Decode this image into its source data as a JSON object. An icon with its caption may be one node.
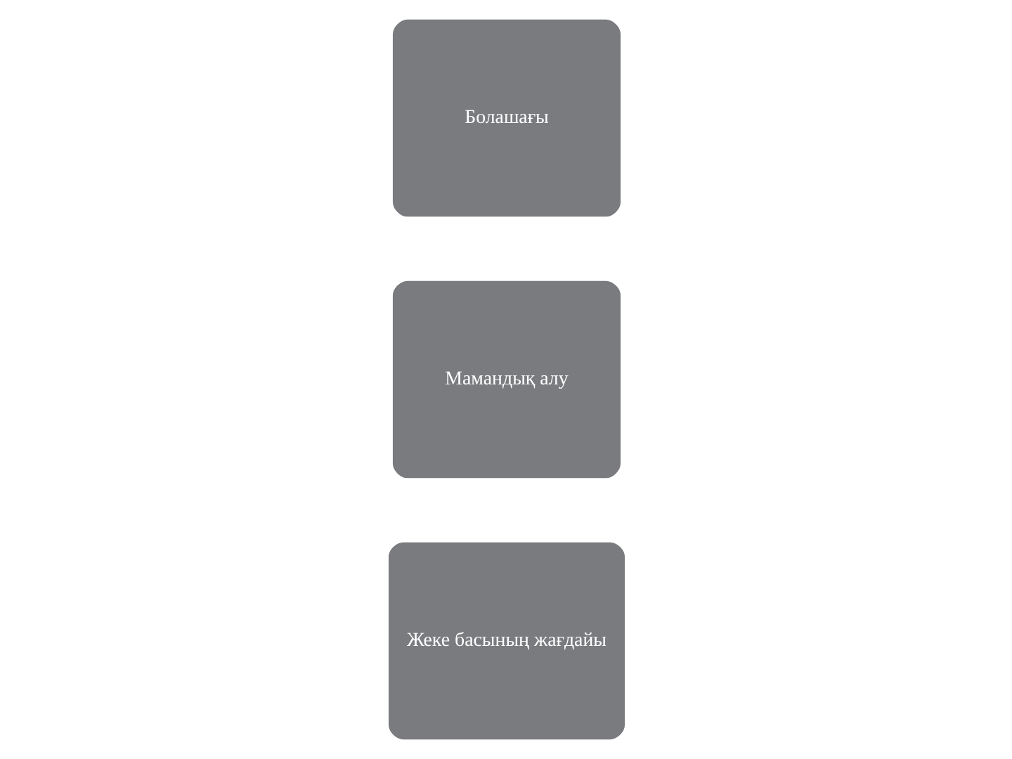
{
  "diagram": {
    "nodes": [
      {
        "text": [
          "Жеке басының жағдайы"
        ]
      },
      {
        "text": [
          "Мамандық алу"
        ]
      },
      {
        "text": [
          "Болашағы"
        ]
      }
    ]
  }
}
